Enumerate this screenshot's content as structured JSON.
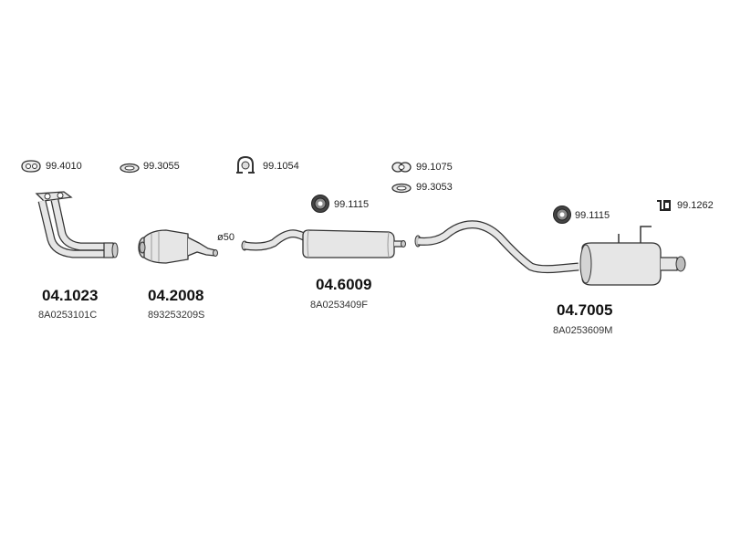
{
  "hardware": [
    {
      "code": "99.4010",
      "icon": "gasket-flange-icon"
    },
    {
      "code": "99.3055",
      "icon": "ring-gasket-icon"
    },
    {
      "code": "99.1054",
      "icon": "u-clamp-icon"
    },
    {
      "code": "99.1075",
      "icon": "double-ring-icon"
    },
    {
      "code": "99.3053",
      "icon": "ring-gasket-icon"
    },
    {
      "code": "99.1115",
      "icon": "rubber-hanger-icon"
    },
    {
      "code": "99.1115",
      "icon": "rubber-hanger-icon"
    },
    {
      "code": "99.1262",
      "icon": "bracket-icon"
    }
  ],
  "parts": [
    {
      "part_no": "04.1023",
      "oem": "8A0253101C",
      "component": "front-pipe"
    },
    {
      "part_no": "04.2008",
      "oem": "893253209S",
      "component": "catalytic-converter"
    },
    {
      "part_no": "04.6009",
      "oem": "8A0253409F",
      "component": "middle-silencer"
    },
    {
      "part_no": "04.7005",
      "oem": "8A0253609M",
      "component": "rear-silencer"
    }
  ],
  "dimension": "ø50",
  "colors": {
    "line": "#333333",
    "fill": "#e6e6e6",
    "shade": "#bdbdbd"
  }
}
